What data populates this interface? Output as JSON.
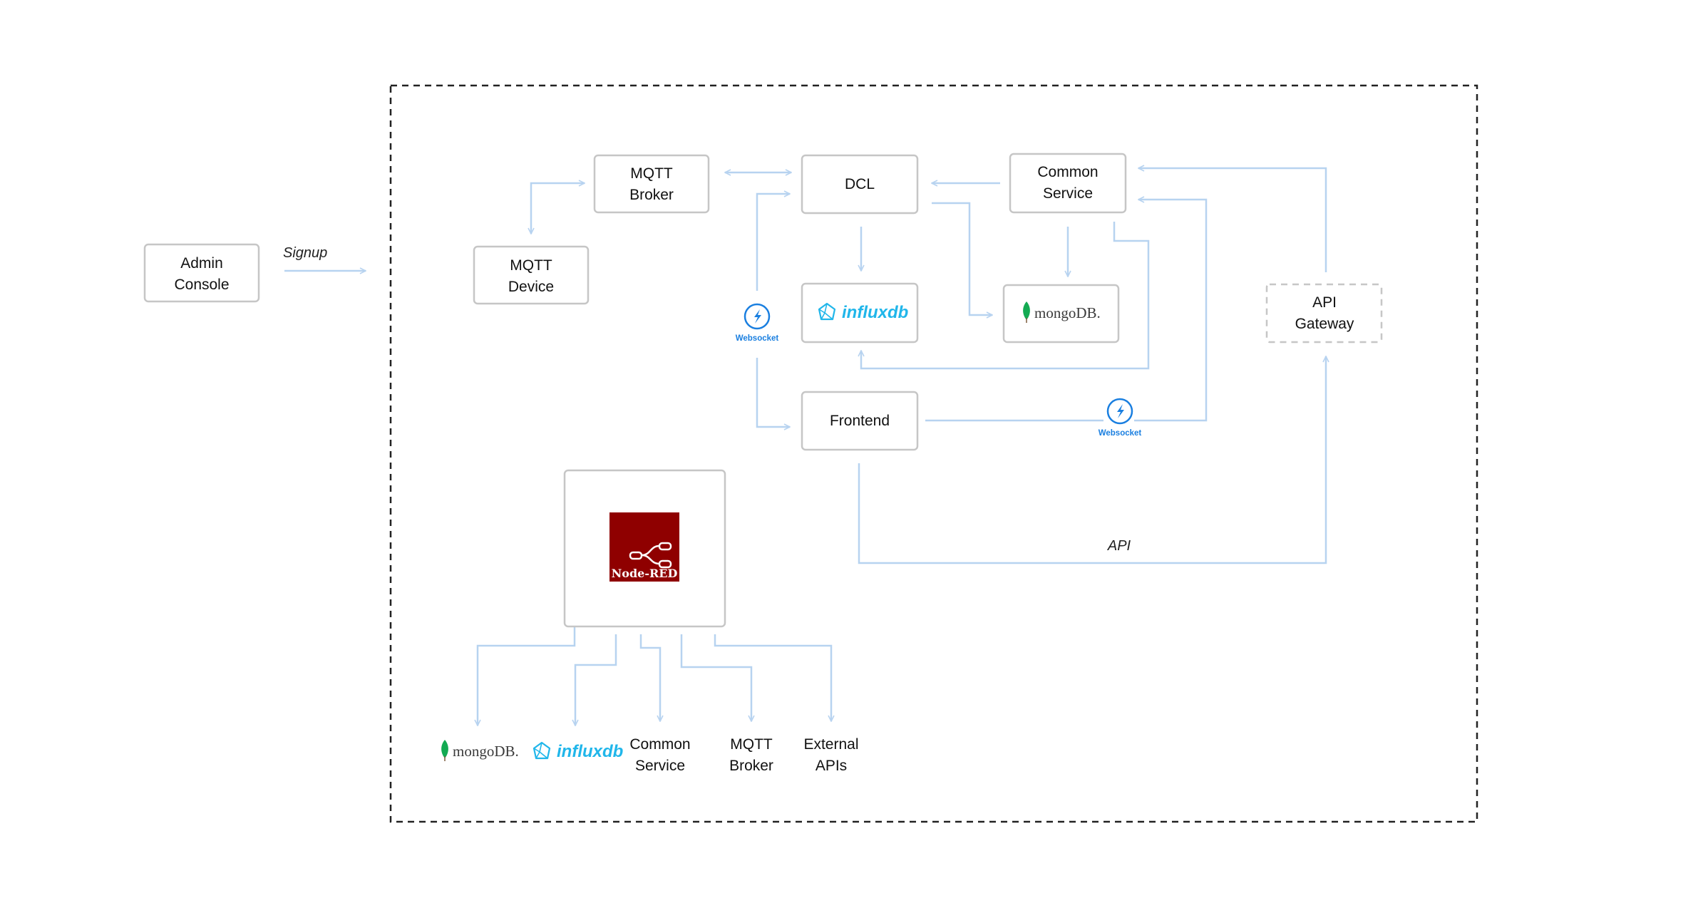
{
  "nodes": {
    "admin_console": [
      "Admin",
      "Console"
    ],
    "mqtt_broker": [
      "MQTT",
      "Broker"
    ],
    "mqtt_device": [
      "MQTT",
      "Device"
    ],
    "dcl": "DCL",
    "common_service": [
      "Common",
      "Service"
    ],
    "frontend": "Frontend",
    "api_gateway": [
      "API",
      "Gateway"
    ]
  },
  "logos": {
    "influxdb": "influxdb",
    "mongodb": "mongoDB.",
    "node_red": "Node-RED",
    "websocket": "Websocket"
  },
  "edge_labels": {
    "signup": "Signup",
    "api": "API"
  },
  "nodered_targets": {
    "mongodb": "mongoDB.",
    "influxdb": "influxdb",
    "common_service": [
      "Common",
      "Service"
    ],
    "mqtt_broker": [
      "MQTT",
      "Broker"
    ],
    "external_apis": [
      "External",
      "APIs"
    ]
  },
  "colors": {
    "connector": "#b7d3f0",
    "node_border": "#c6c6c6",
    "frame": "#222222",
    "influx_brand": "#20b6ea",
    "mongo_leaf": "#13aa52",
    "node_red_brand": "#8f0000",
    "websocket_icon": "#1a7fe0"
  }
}
